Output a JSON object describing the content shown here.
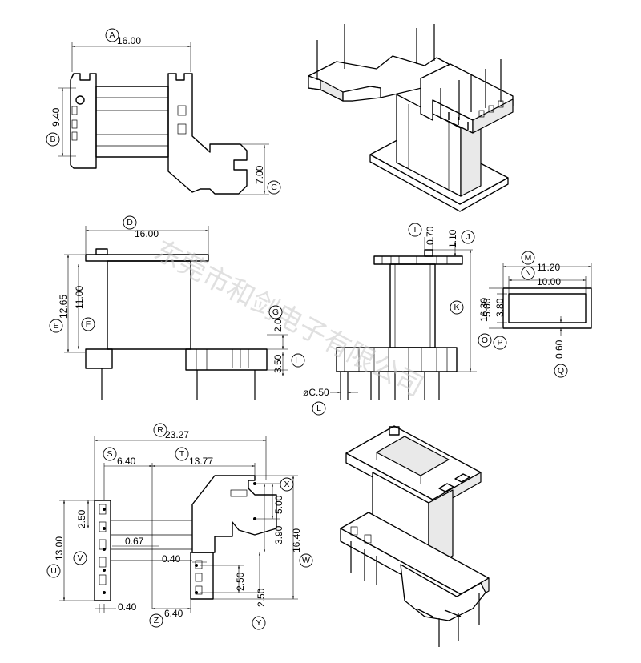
{
  "dimensions": {
    "A": "16.00",
    "B": "9.40",
    "C": "7.00",
    "D": "16.00",
    "E": "12.65",
    "F": "11.00",
    "G": "2.00",
    "H": "3.50",
    "I": "0.70",
    "J": "1.10",
    "K": "16.30",
    "L": "øC.50",
    "M": "11.20",
    "N": "10.00",
    "O": "5.00",
    "P": "3.80",
    "Q": "0.60",
    "R": "23.27",
    "S": "6.40",
    "T": "13.77",
    "U": "13.00",
    "V_top": "2.50",
    "V": "0.67",
    "W": "16.40",
    "X": "5.00",
    "Y1": "3.90",
    "Y2": "0.40",
    "Y3": "2.50",
    "Y4": "2.50",
    "Z": "6.40",
    "bottom_left": "0.40"
  },
  "callouts": [
    "A",
    "B",
    "C",
    "D",
    "E",
    "F",
    "G",
    "H",
    "I",
    "J",
    "K",
    "L",
    "M",
    "N",
    "O",
    "P",
    "Q",
    "R",
    "S",
    "T",
    "U",
    "V",
    "W",
    "X",
    "Y",
    "Z"
  ],
  "watermark": "东莞市和剑电子有限公司"
}
